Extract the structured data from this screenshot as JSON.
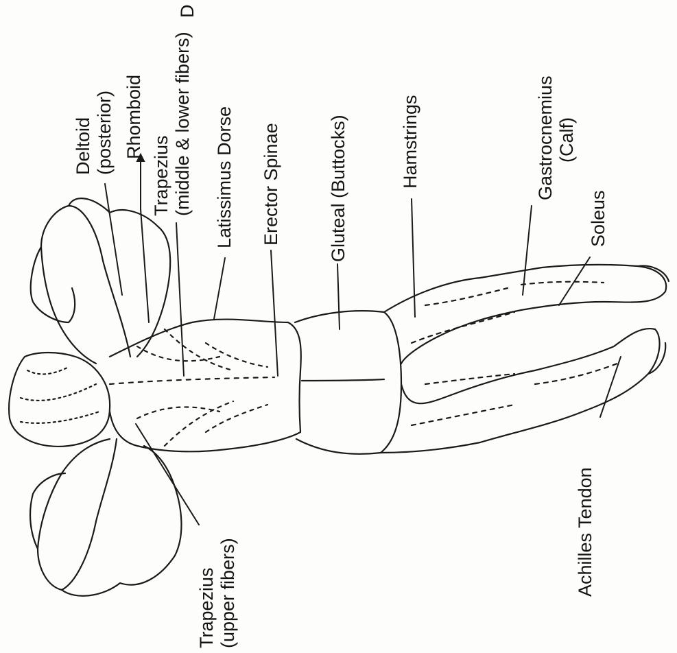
{
  "labels": {
    "deltoid": {
      "line1": "Deltoid",
      "line2": "(posterior)"
    },
    "rhomboid": {
      "line1": "Rhomboid"
    },
    "trapezius_mid": {
      "line1": "Trapezius",
      "line2": "(middle & lower fibers)"
    },
    "latissimus": {
      "line1": "Latissimus Dorse"
    },
    "erector": {
      "line1": "Erector Spinae"
    },
    "gluteal": {
      "line1": "Gluteal (Buttocks)"
    },
    "hamstrings": {
      "line1": "Hamstrings"
    },
    "gastrocnemius": {
      "line1": "Gastrocnemius",
      "line2": "(Calf)"
    },
    "soleus": {
      "line1": "Soleus"
    },
    "achilles": {
      "line1": "Achilles Tendon"
    },
    "trapezius_upper": {
      "line1": "Trapezius",
      "line2": "(upper fibers)"
    },
    "corner_fragment": {
      "line1": "D"
    }
  },
  "colors": {
    "ink": "#141414",
    "paper": "#fdfdfc"
  }
}
